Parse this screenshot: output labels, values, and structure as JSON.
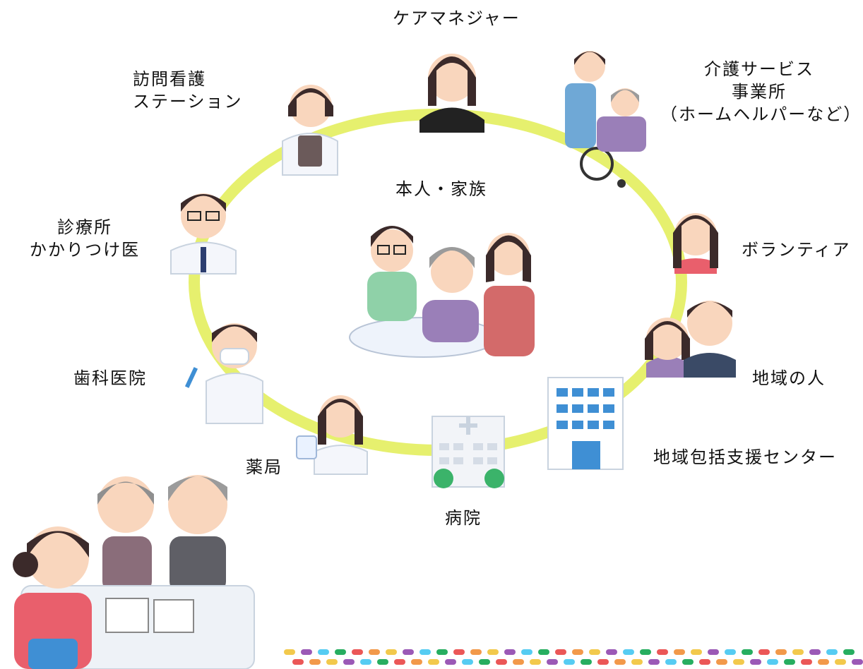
{
  "colors": {
    "ring": "#e6f06e",
    "hair": "#3b2a2a",
    "skin": "#f9d6bd",
    "white_coat": "#f4f6fb",
    "building": "#3f8fd4",
    "dots": [
      "#f2c94c",
      "#9b59b6",
      "#56ccf2",
      "#27ae60",
      "#eb5757",
      "#f2994a"
    ]
  },
  "center_label": "本人・家族",
  "nodes": {
    "care_manager": {
      "lines": [
        "ケアマネジャー"
      ],
      "icon": "care-manager-icon"
    },
    "care_service": {
      "lines": [
        "介護サービス",
        "事業所",
        "（ホームヘルパーなど）"
      ],
      "icon": "home-helper-wheelchair-icon"
    },
    "volunteer": {
      "lines": [
        "ボランティア"
      ],
      "icon": "volunteer-icon"
    },
    "community_people": {
      "lines": [
        "地域の人"
      ],
      "icon": "community-people-icon"
    },
    "support_center": {
      "lines": [
        "地域包括支援センター"
      ],
      "icon": "office-building-icon"
    },
    "hospital": {
      "lines": [
        "病院"
      ],
      "icon": "hospital-building-icon"
    },
    "pharmacy": {
      "lines": [
        "薬局"
      ],
      "icon": "pharmacist-icon"
    },
    "dental": {
      "lines": [
        "歯科医院"
      ],
      "icon": "dentist-icon"
    },
    "clinic": {
      "lines": [
        "診療所",
        "かかりつけ医"
      ],
      "icon": "doctor-icon"
    },
    "visiting_nurse": {
      "lines": [
        "訪問看護",
        "ステーション"
      ],
      "icon": "nurse-icon"
    }
  }
}
